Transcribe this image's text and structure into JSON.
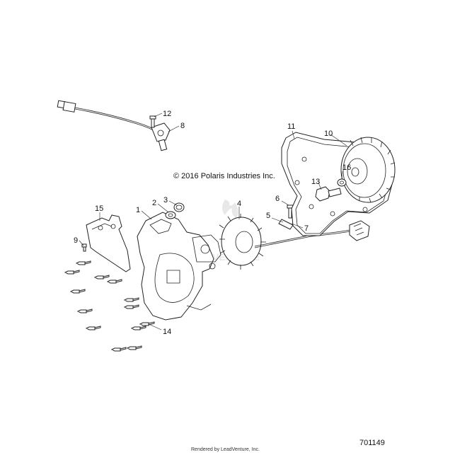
{
  "copyright": "© 2016 Polaris Industries Inc.",
  "diagram_id": "701149",
  "rendered_by": "Rendered by LeadVenture, Inc.",
  "watermark_text": "LEADVENTURE",
  "callouts": [
    {
      "num": "1"
    },
    {
      "num": "2"
    },
    {
      "num": "3"
    },
    {
      "num": "4"
    },
    {
      "num": "5"
    },
    {
      "num": "6"
    },
    {
      "num": "7"
    },
    {
      "num": "8"
    },
    {
      "num": "9"
    },
    {
      "num": "10"
    },
    {
      "num": "11"
    },
    {
      "num": "12"
    },
    {
      "num": "13"
    },
    {
      "num": "14"
    },
    {
      "num": "15"
    },
    {
      "num": "16"
    }
  ],
  "icons": [
    "sensor-icon",
    "bolt-icon",
    "stator-icon",
    "flywheel-icon",
    "cover-icon",
    "bracket-icon"
  ]
}
